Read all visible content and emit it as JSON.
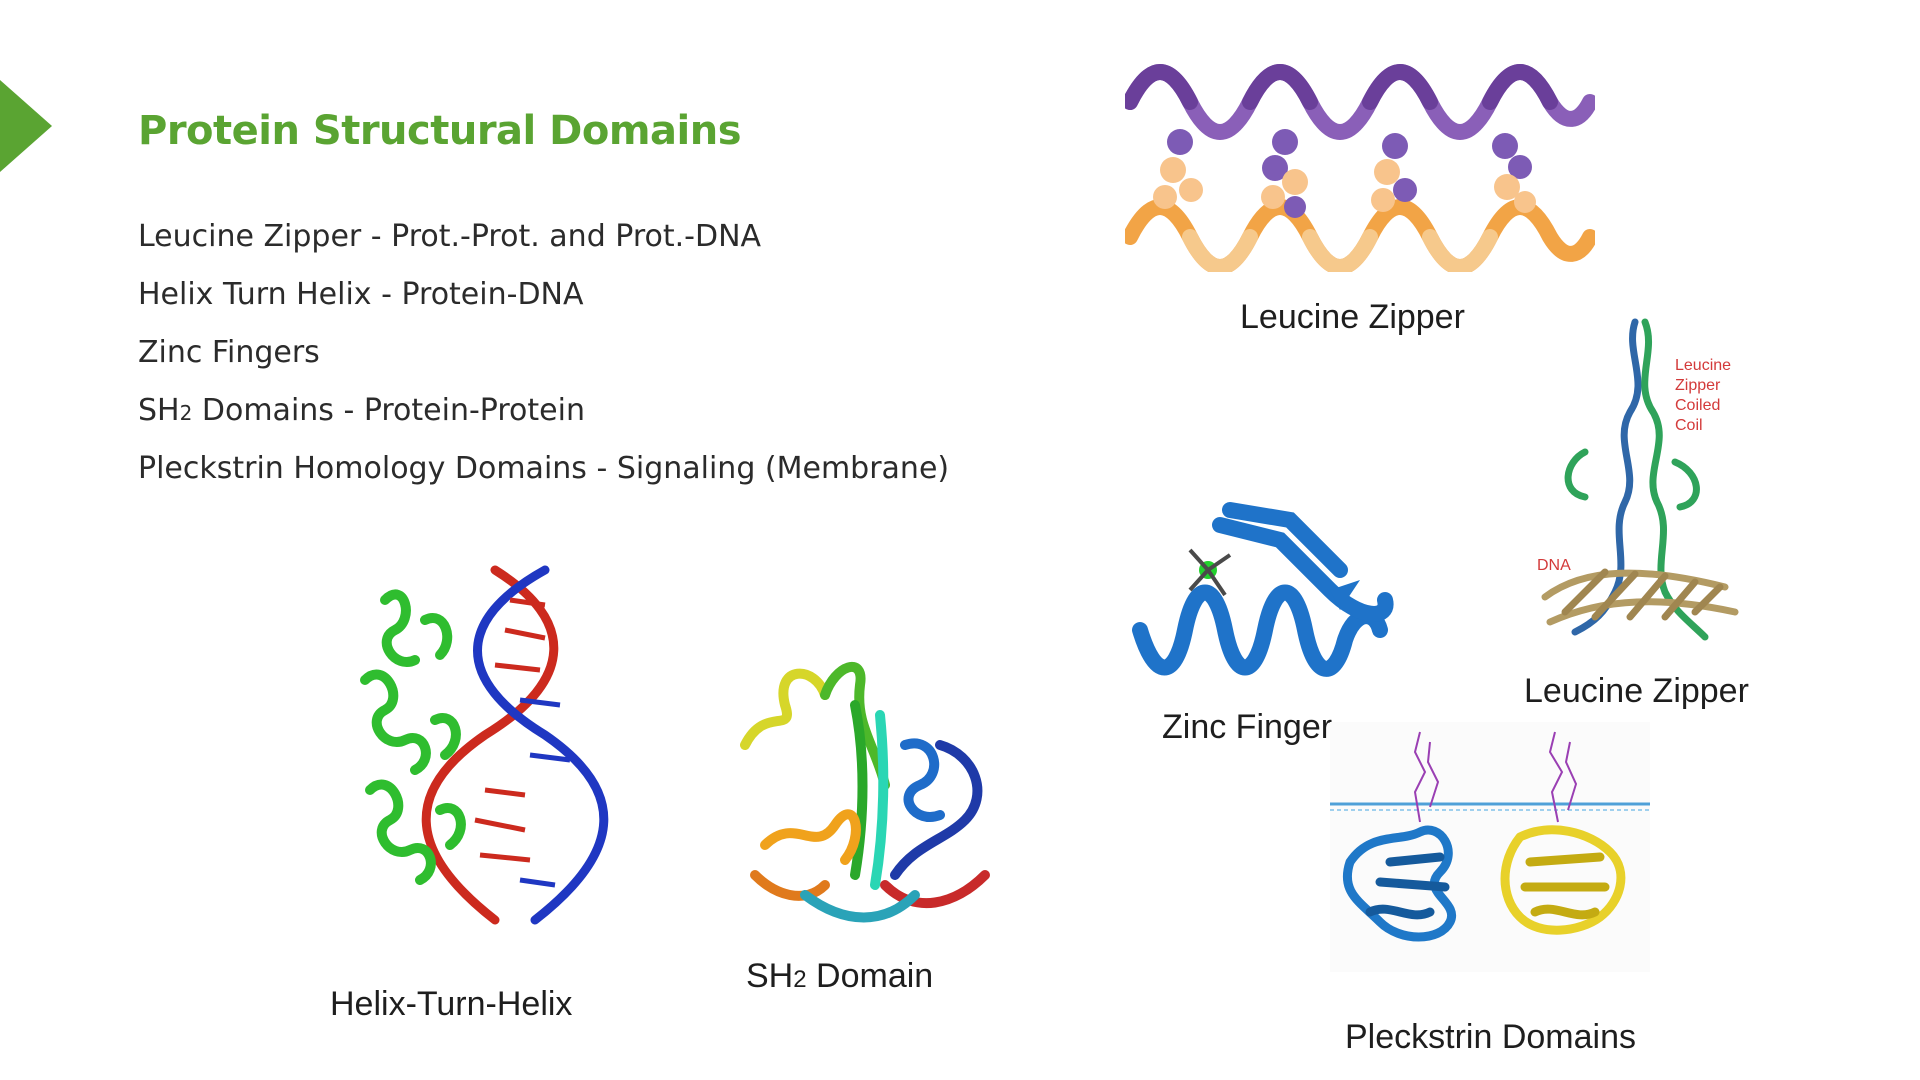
{
  "slide": {
    "title": "Protein Structural Domains",
    "accent_color": "#5aa432",
    "bullets": [
      {
        "text": "Leucine Zipper - Prot.-Prot. and Prot.-DNA"
      },
      {
        "text": "Helix Turn Helix - Protein-DNA"
      },
      {
        "text": "Zinc Fingers"
      },
      {
        "pre": "SH",
        "sub": "2",
        "post": " Domains - Protein-Protein"
      },
      {
        "text": "Pleckstrin Homology Domains - Signaling (Membrane)"
      }
    ]
  },
  "figures": {
    "leucine_zipper_top": {
      "caption": "Leucine Zipper",
      "icon": "coiled-coil-ribbon-illustration"
    },
    "leucine_zipper_right": {
      "caption": "Leucine Zipper",
      "annotation_lines": [
        "Leucine",
        "Zipper",
        "Coiled",
        "Coil"
      ],
      "dna_label": "DNA",
      "icon": "leucine-zipper-dna-structure"
    },
    "zinc_finger": {
      "caption": "Zinc Finger",
      "icon": "zinc-finger-structure"
    },
    "helix_turn_helix": {
      "caption": "Helix-Turn-Helix",
      "icon": "helix-turn-helix-dna-structure"
    },
    "sh2_domain": {
      "caption_pre": "SH",
      "caption_sub": "2",
      "caption_post": " Domain",
      "icon": "sh2-domain-structure"
    },
    "pleckstrin": {
      "caption": "Pleckstrin Domains",
      "icon": "pleckstrin-membrane-structure"
    }
  }
}
